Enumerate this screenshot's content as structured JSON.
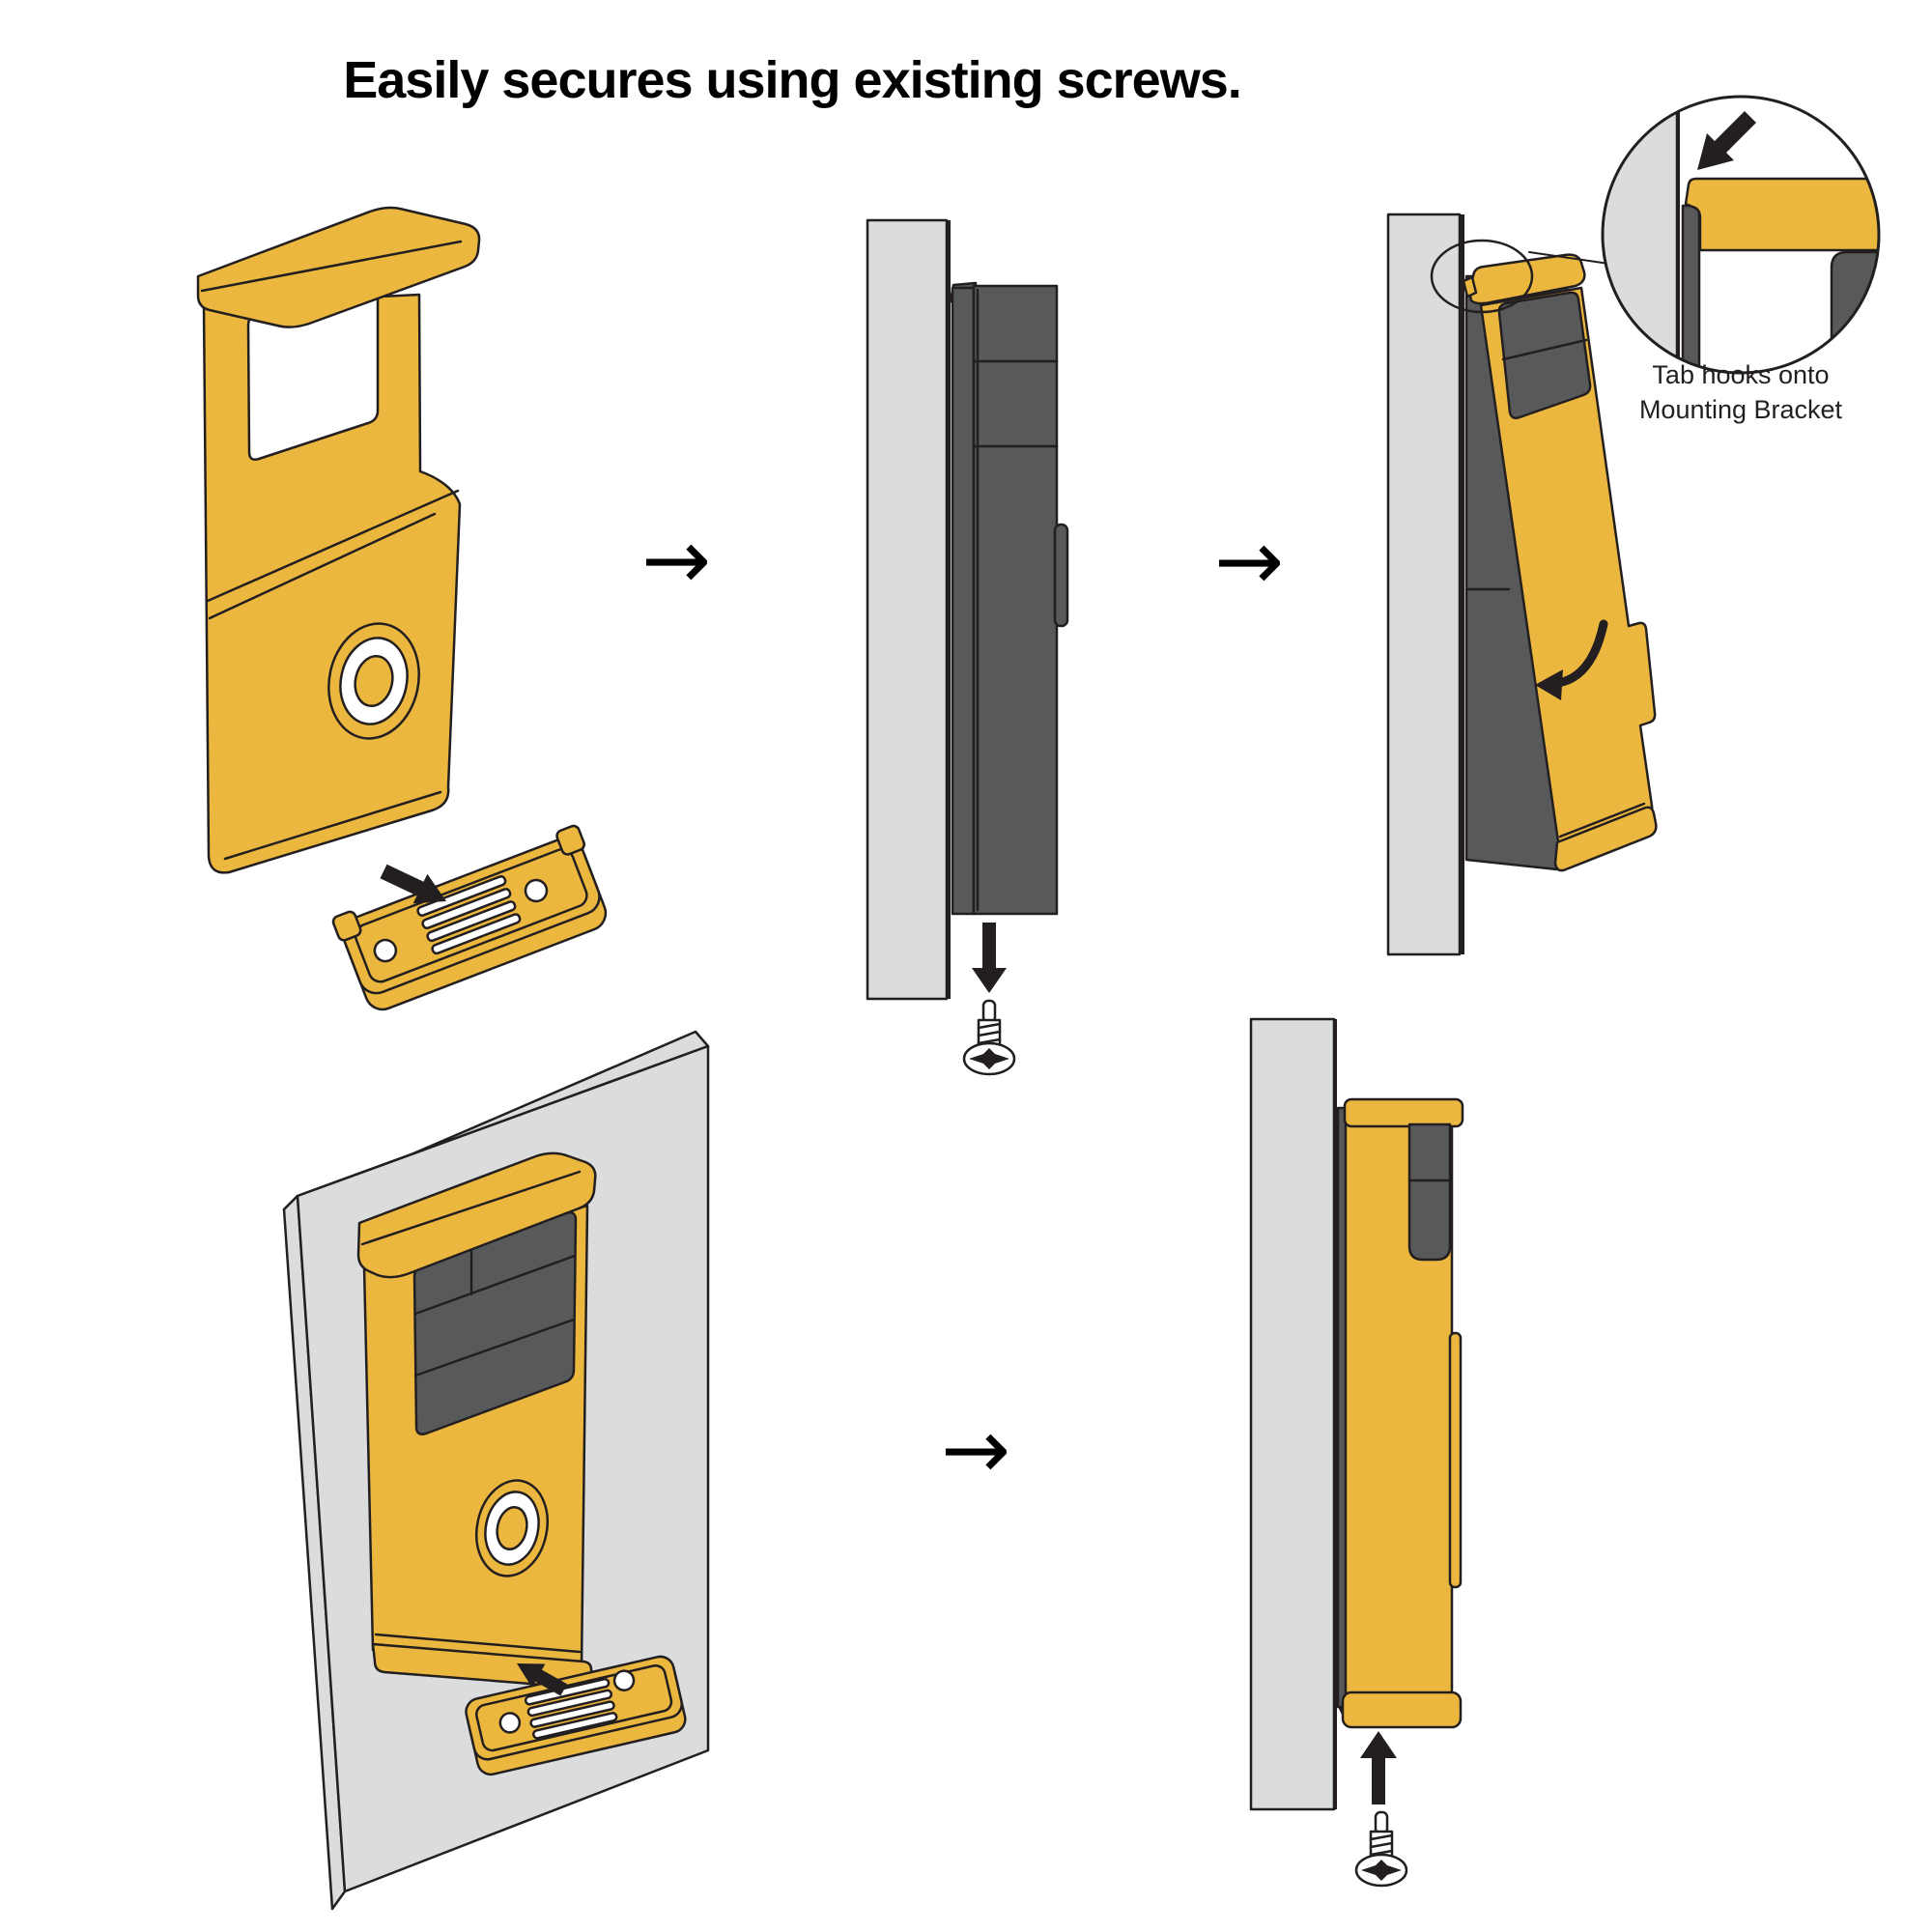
{
  "title": "Easily secures using existing screws.",
  "callout": {
    "line1": "Tab hooks onto",
    "line2": "Mounting Bracket"
  },
  "icons": {
    "right_arrow": "→",
    "insert_arrow": "solid-black-arrow",
    "rotate_arrow": "curved-black-arrow",
    "screw": "phillips-screw"
  },
  "colors": {
    "cover_yellow": "#ECB73E",
    "device_gray": "#58595B",
    "wall_gray": "#DBDCDD",
    "outline": "#231F20",
    "background": "#FFFFFF"
  }
}
